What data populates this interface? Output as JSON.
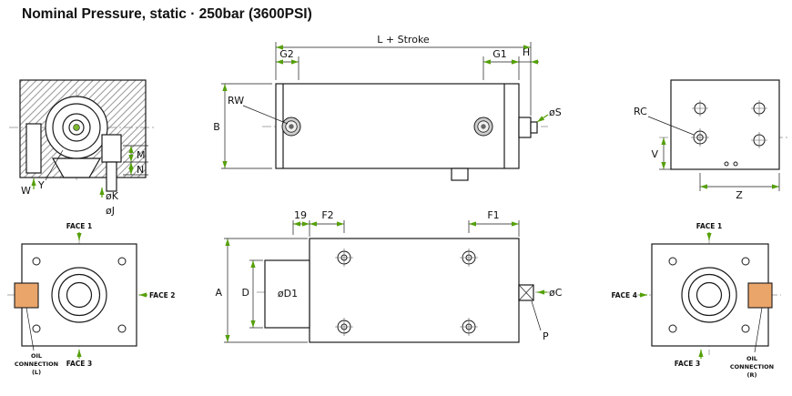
{
  "title": "Nominal Pressure, static · 250bar (3600PSI)",
  "colors": {
    "line": "#1a1a1a",
    "arrow": "#55a00a",
    "green_dot": "#7cb82f",
    "oil": "#eaa56b",
    "port": "#cdcdcd",
    "centerline": "#8a8a8a"
  },
  "views": {
    "section": {
      "labels": {
        "m": "M",
        "n": "N",
        "w": "W",
        "y": "Y",
        "ok": "øK",
        "oj": "øJ"
      }
    },
    "side": {
      "labels": {
        "l_stroke": "L + Stroke",
        "g2": "G2",
        "g1": "G1",
        "h": "H",
        "rw": "RW",
        "b": "B",
        "os": "øS"
      }
    },
    "end": {
      "labels": {
        "rc": "RC",
        "v": "V",
        "z": "Z"
      }
    },
    "face_left": {
      "labels": {
        "face1": "FACE 1",
        "face2": "FACE 2",
        "face3": "FACE 3",
        "oil_line1": "OIL",
        "oil_line2": "CONNECTION",
        "oil_line3": "(L)"
      }
    },
    "plan": {
      "labels": {
        "n19": "19",
        "f2": "F2",
        "f1": "F1",
        "a": "A",
        "d": "D",
        "od1": "øD1",
        "oc": "øC",
        "p": "P"
      }
    },
    "face_right": {
      "labels": {
        "face1": "FACE 1",
        "face4": "FACE 4",
        "face3": "FACE 3",
        "oil_line1": "OIL",
        "oil_line2": "CONNECTION",
        "oil_line3": "(R)"
      }
    }
  }
}
